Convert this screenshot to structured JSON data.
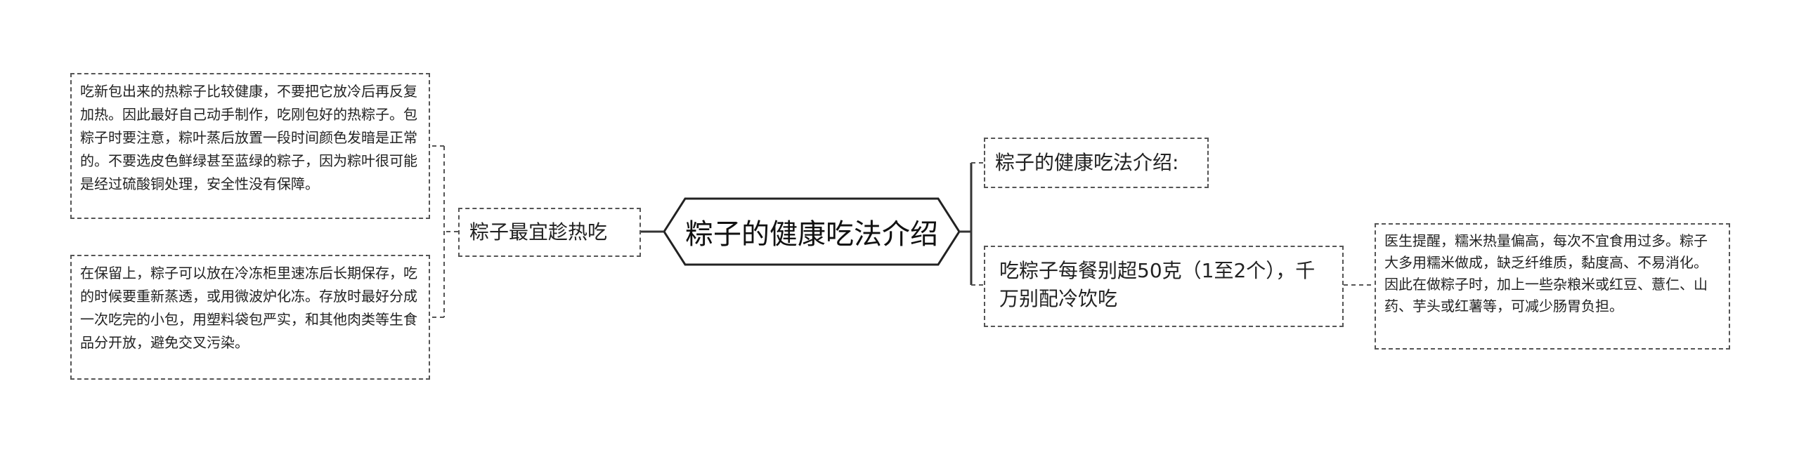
{
  "root": {
    "label": "粽子的健康吃法介绍"
  },
  "left": {
    "branch": {
      "label": "粽子最宜趁热吃"
    },
    "leaves": [
      {
        "text": "吃新包出来的热粽子比较健康，不要把它放冷后再反复加热。因此最好自己动手制作，吃刚包好的热粽子。包粽子时要注意，粽叶蒸后放置一段时间颜色发暗是正常的。不要选皮色鲜绿甚至蓝绿的粽子，因为粽叶很可能是经过硫酸铜处理，安全性没有保障。"
      },
      {
        "text": "在保留上，粽子可以放在冷冻柜里速冻后长期保存，吃的时候要重新蒸透，或用微波炉化冻。存放时最好分成一次吃完的小包，用塑料袋包严实，和其他肉类等生食品分开放，避免交叉污染。"
      }
    ]
  },
  "right": {
    "branch1": {
      "label": "粽子的健康吃法介绍:"
    },
    "branch2": {
      "label": "吃粽子每餐别超50克（1至2个），千万别配冷饮吃"
    },
    "leaf": {
      "text": "医生提醒，糯米热量偏高，每次不宜食用过多。粽子大多用糯米做成，缺乏纤维质，黏度高、不易消化。因此在做粽子时，加上一些杂粮米或红豆、薏仁、山药、芋头或红薯等，可减少肠胃负担。"
    }
  },
  "colors": {
    "line": "#555555",
    "root_border": "#222222",
    "text": "#222222"
  }
}
